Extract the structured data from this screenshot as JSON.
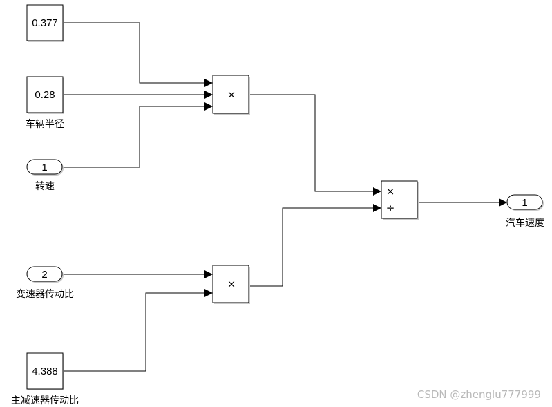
{
  "blocks": {
    "const_0377": {
      "value": "0.377",
      "label": ""
    },
    "const_radius": {
      "value": "0.28",
      "label": "车辆半径"
    },
    "inport_speed": {
      "value": "1",
      "label": "转速"
    },
    "inport_gear_ratio": {
      "value": "2",
      "label": "变速器传动比"
    },
    "const_final_drive": {
      "value": "4.388",
      "label": "主减速器传动比"
    },
    "product_top": {
      "symbol": "×"
    },
    "product_bottom": {
      "symbol": "×"
    },
    "divide": {
      "mul_symbol": "×",
      "div_symbol": "÷"
    },
    "outport_vehicle_speed": {
      "value": "1",
      "label": "汽车速度"
    }
  },
  "watermark": "CSDN @zhenglu777999"
}
